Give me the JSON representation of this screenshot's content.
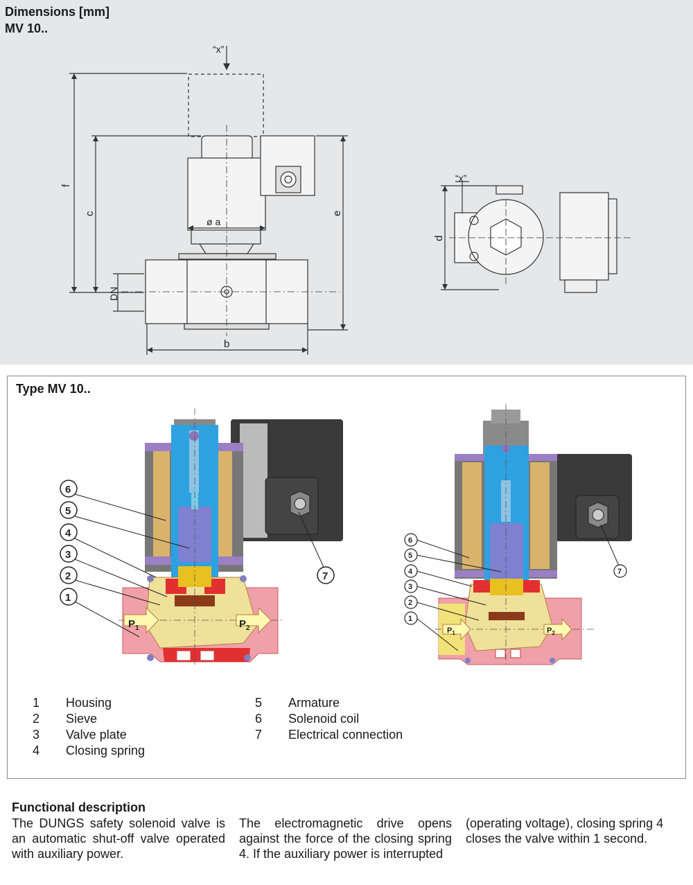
{
  "header": {
    "title": "Dimensions [mm]",
    "model": "MV 10.."
  },
  "dimension_drawing": {
    "view_marker": "“x”",
    "labels": {
      "f": "f",
      "c": "c",
      "e": "e",
      "d": "d",
      "dn": "DN",
      "b": "b",
      "a": "ø a"
    }
  },
  "type_section": {
    "title": "Type MV 10..",
    "callouts": [
      "1",
      "2",
      "3",
      "4",
      "5",
      "6",
      "7"
    ],
    "pressure_labels": {
      "p1": "P",
      "p1_sub": "1",
      "p2": "P",
      "p2_sub": "2"
    },
    "legend_left": [
      {
        "num": "1",
        "label": "Housing"
      },
      {
        "num": "2",
        "label": "Sieve"
      },
      {
        "num": "3",
        "label": "Valve plate"
      },
      {
        "num": "4",
        "label": "Closing spring"
      }
    ],
    "legend_right": [
      {
        "num": "5",
        "label": "Armature"
      },
      {
        "num": "6",
        "label": "Solenoid coil"
      },
      {
        "num": "7",
        "label": "Electrical connection"
      }
    ]
  },
  "functional": {
    "title": "Functional description",
    "col1": "The DUNGS safety solenoid valve is an automatic shut-off valve operated with auxiliary power.",
    "col2": "The electromagnetic drive opens against the force of the closing spring 4. If the auxiliary power is interrupted",
    "col3": "(operating voltage), closing spring 4 closes the valve within 1 second."
  }
}
